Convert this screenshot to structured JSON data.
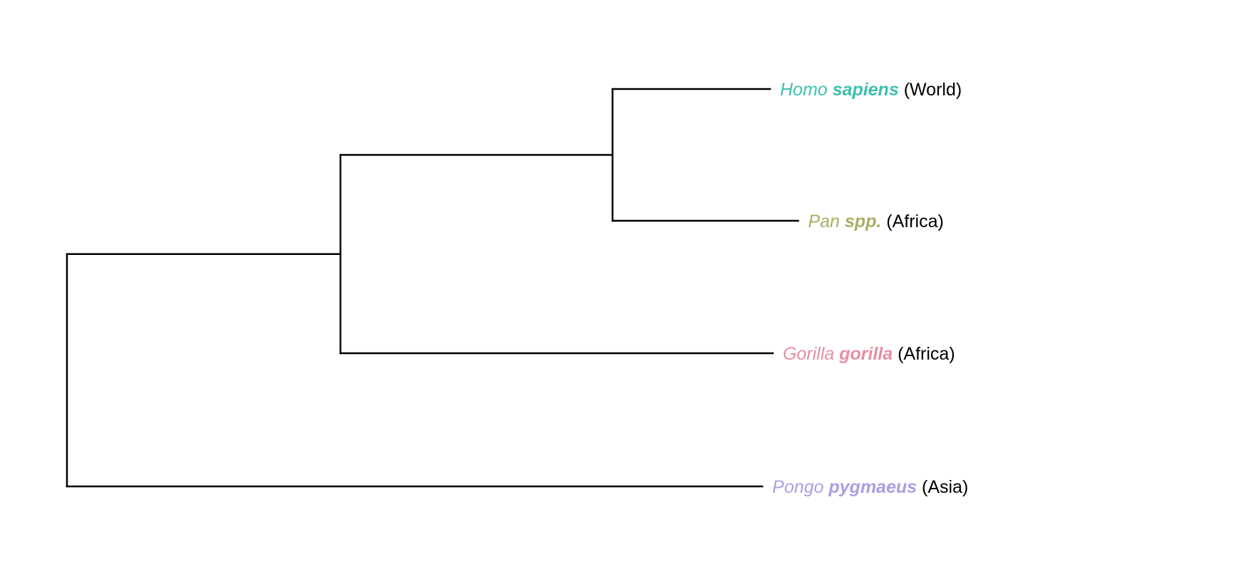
{
  "chart_data": {
    "type": "phylogenetic-tree",
    "edge_color": "#000000",
    "nodes": {
      "root": {
        "depth": 0.0
      },
      "n_hominines": {
        "depth": 0.389,
        "parent": "root"
      },
      "n_homo_pan": {
        "depth": 0.776,
        "parent": "n_hominines"
      }
    },
    "tips": [
      {
        "genus": "Homo",
        "species": "sapiens",
        "region": "(World)",
        "color": "#3dbfad",
        "parent": "n_homo_pan",
        "depth": 1.0
      },
      {
        "genus": "Pan",
        "species": "spp.",
        "region": "(Africa)",
        "color": "#a9ae62",
        "parent": "n_homo_pan",
        "depth": 1.04
      },
      {
        "genus": "Gorilla",
        "species": "gorilla",
        "region": "(Africa)",
        "color": "#e58fa0",
        "parent": "n_hominines",
        "depth": 1.004
      },
      {
        "genus": "Pongo",
        "species": "pygmaeus",
        "region": "(Asia)",
        "color": "#a99fe0",
        "parent": "root",
        "depth": 0.989
      }
    ]
  }
}
